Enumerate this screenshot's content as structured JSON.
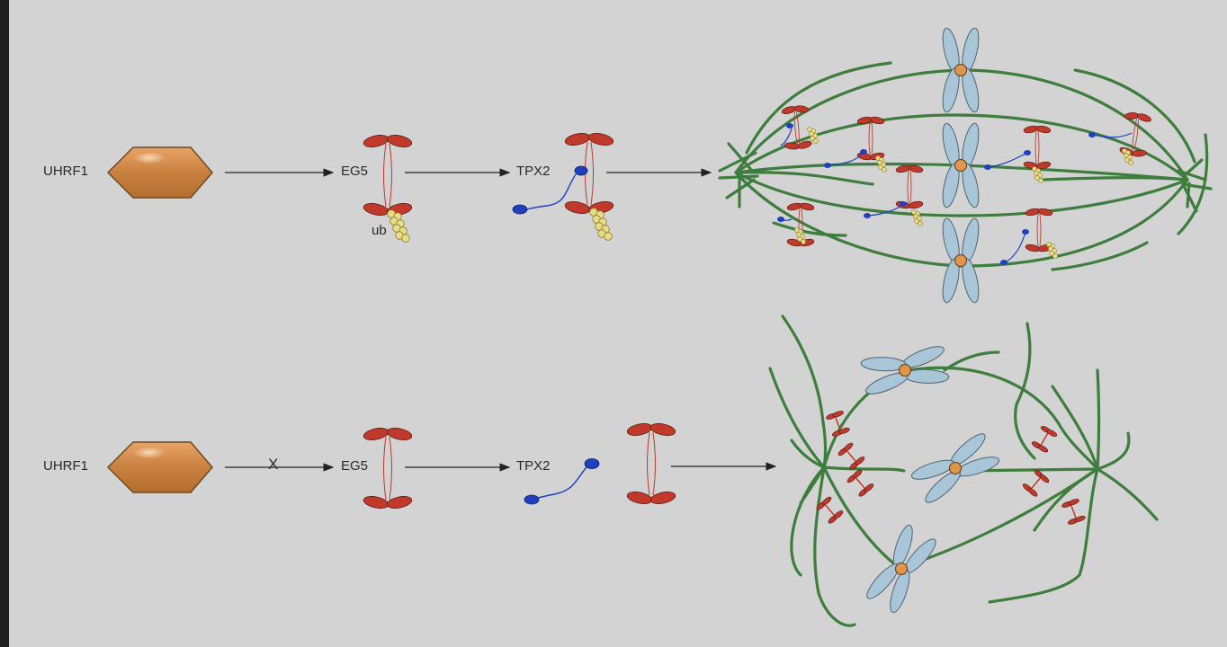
{
  "colors": {
    "background": "#d3d3d3",
    "hexagon_fill": "#c9803f",
    "hexagon_stroke": "#6b4a20",
    "motor_red": "#c0392b",
    "tpx2_blue": "#1f3fbf",
    "ubiquitin_yellow": "#e8dd86",
    "microtubule_green": "#3e7d3e",
    "chromosome_blue": "#a9c5d8",
    "centromere_orange": "#e0954a",
    "arrow": "#222222"
  },
  "top_row": {
    "uhrf1_label": "UHRF1",
    "eg5_label": "EG5",
    "ub_label": "ub",
    "tpx2_label": "TPX2"
  },
  "bottom_row": {
    "uhrf1_label": "UHRF1",
    "blocked_mark": "X",
    "eg5_label": "EG5",
    "tpx2_label": "TPX2"
  },
  "icons": {
    "protein": "hexagon-icon",
    "motor": "eg5-motor-icon",
    "tpx2": "tpx2-icon",
    "ubiquitin": "ubiquitin-chain-icon",
    "chromosome": "chromosome-icon",
    "spindle": "bipolar-spindle-icon",
    "disorganized_spindle": "disorganized-spindle-icon"
  }
}
